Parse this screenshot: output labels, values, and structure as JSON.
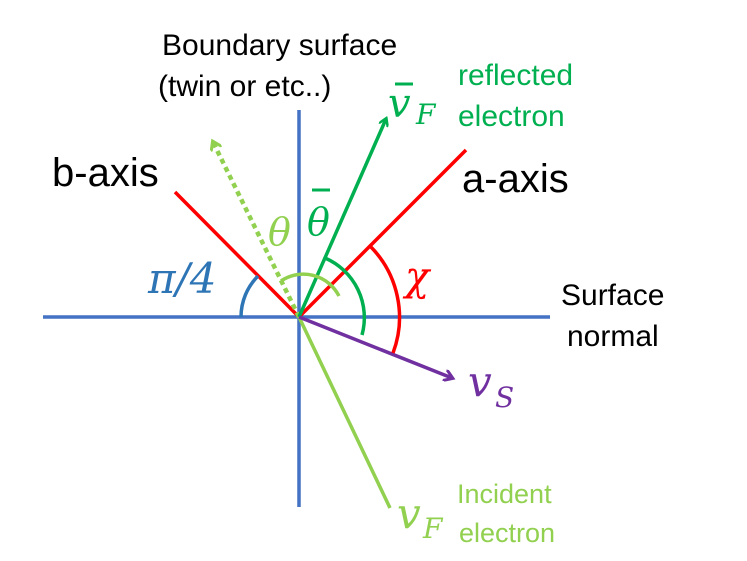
{
  "labels": {
    "boundary_line1": "Boundary surface",
    "boundary_line2": "(twin or etc..)",
    "b_axis": "b-axis",
    "a_axis": "a-axis",
    "surface_normal_line1": "Surface",
    "surface_normal_line2": "normal",
    "reflected_line1": "reflected",
    "reflected_line2": "electron",
    "incident_line1": "Incident",
    "incident_line2": "electron"
  },
  "symbols": {
    "pi_over_4": "π/4",
    "theta": "θ",
    "theta_bar": "θ",
    "theta_bar_accent": "¯",
    "chi": "χ",
    "v_F_bar_main": "v",
    "v_F_bar_sub": "F",
    "v_F_bar_accent": "¯",
    "v_S_main": "v",
    "v_S_sub": "S",
    "v_F_main": "v",
    "v_F_sub": "F"
  },
  "colors": {
    "axis_blue": "#4472C4",
    "crystal_red": "#FF0000",
    "reflected_green": "#00B050",
    "incident_lightgreen": "#92D050",
    "vs_purple": "#7030A0",
    "pi4_blue": "#2E75B6",
    "text_black": "#000000"
  }
}
